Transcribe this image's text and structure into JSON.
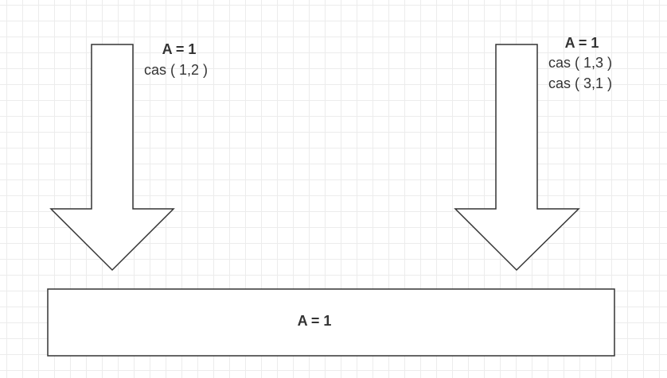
{
  "diagram": {
    "left_arrow": {
      "labels": [
        "A = 1",
        "cas ( 1,2 )"
      ]
    },
    "right_arrow": {
      "labels": [
        "A = 1",
        "cas ( 1,3 )",
        "cas ( 3,1 )"
      ]
    },
    "memory_box": {
      "label": "A = 1"
    },
    "colors": {
      "stroke": "#333333",
      "fill": "#ffffff",
      "text": "#333333",
      "grid": "#ececec"
    }
  }
}
